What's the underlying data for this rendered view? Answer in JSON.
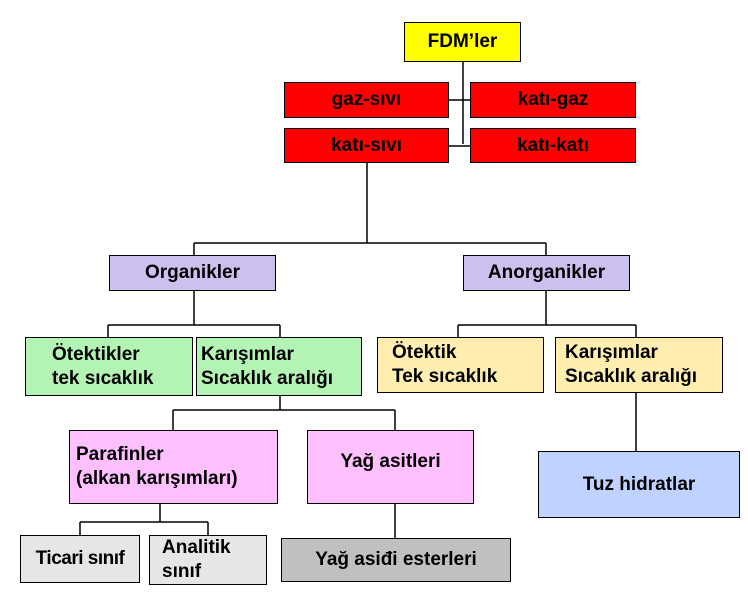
{
  "colors": {
    "root": "#ffff00",
    "type": "#ff0000",
    "category": "#ccc0ee",
    "sub_left": "#b3f3b3",
    "sub_right": "#ffeeb0",
    "mixture": "#ffc0ff",
    "salt": "#c0d2ff",
    "leaf_light": "#e6e6e6",
    "leaf_dark": "#c0c0c0",
    "line": "#000000"
  },
  "nodes": {
    "root": "FDM’ler",
    "gaz_sivi": "gaz-sıvı",
    "kati_gaz": "katı-gaz",
    "kati_sivi": "katı-sıvı",
    "kati_kati": "katı-katı",
    "organikler": "Organikler",
    "anorganikler": "Anorganikler",
    "org_otektikler": {
      "line1": "Ötektikler",
      "line2": "tek sıcaklık"
    },
    "org_karisimlar": {
      "line1": "Karışımlar",
      "line2": "Sıcaklık aralığı"
    },
    "anorg_otektik": {
      "line1": "Ötektik",
      "line2": "Tek sıcaklık"
    },
    "anorg_karisimlar": {
      "line1": "Karışımlar",
      "line2": "Sıcaklık aralığı"
    },
    "parafinler": {
      "line1": "Parafinler",
      "line2": "(alkan karışımları)"
    },
    "yag_asitleri": "Yağ asitleri",
    "tuz_hidratlar": "Tuz hidratlar",
    "ticari_sinif": "Ticari sınıf",
    "analitik_sinif": {
      "line1": "Analitik",
      "line2": "sınıf"
    },
    "yag_asidi_esterleri": "Yağ asiđi esterleri"
  }
}
